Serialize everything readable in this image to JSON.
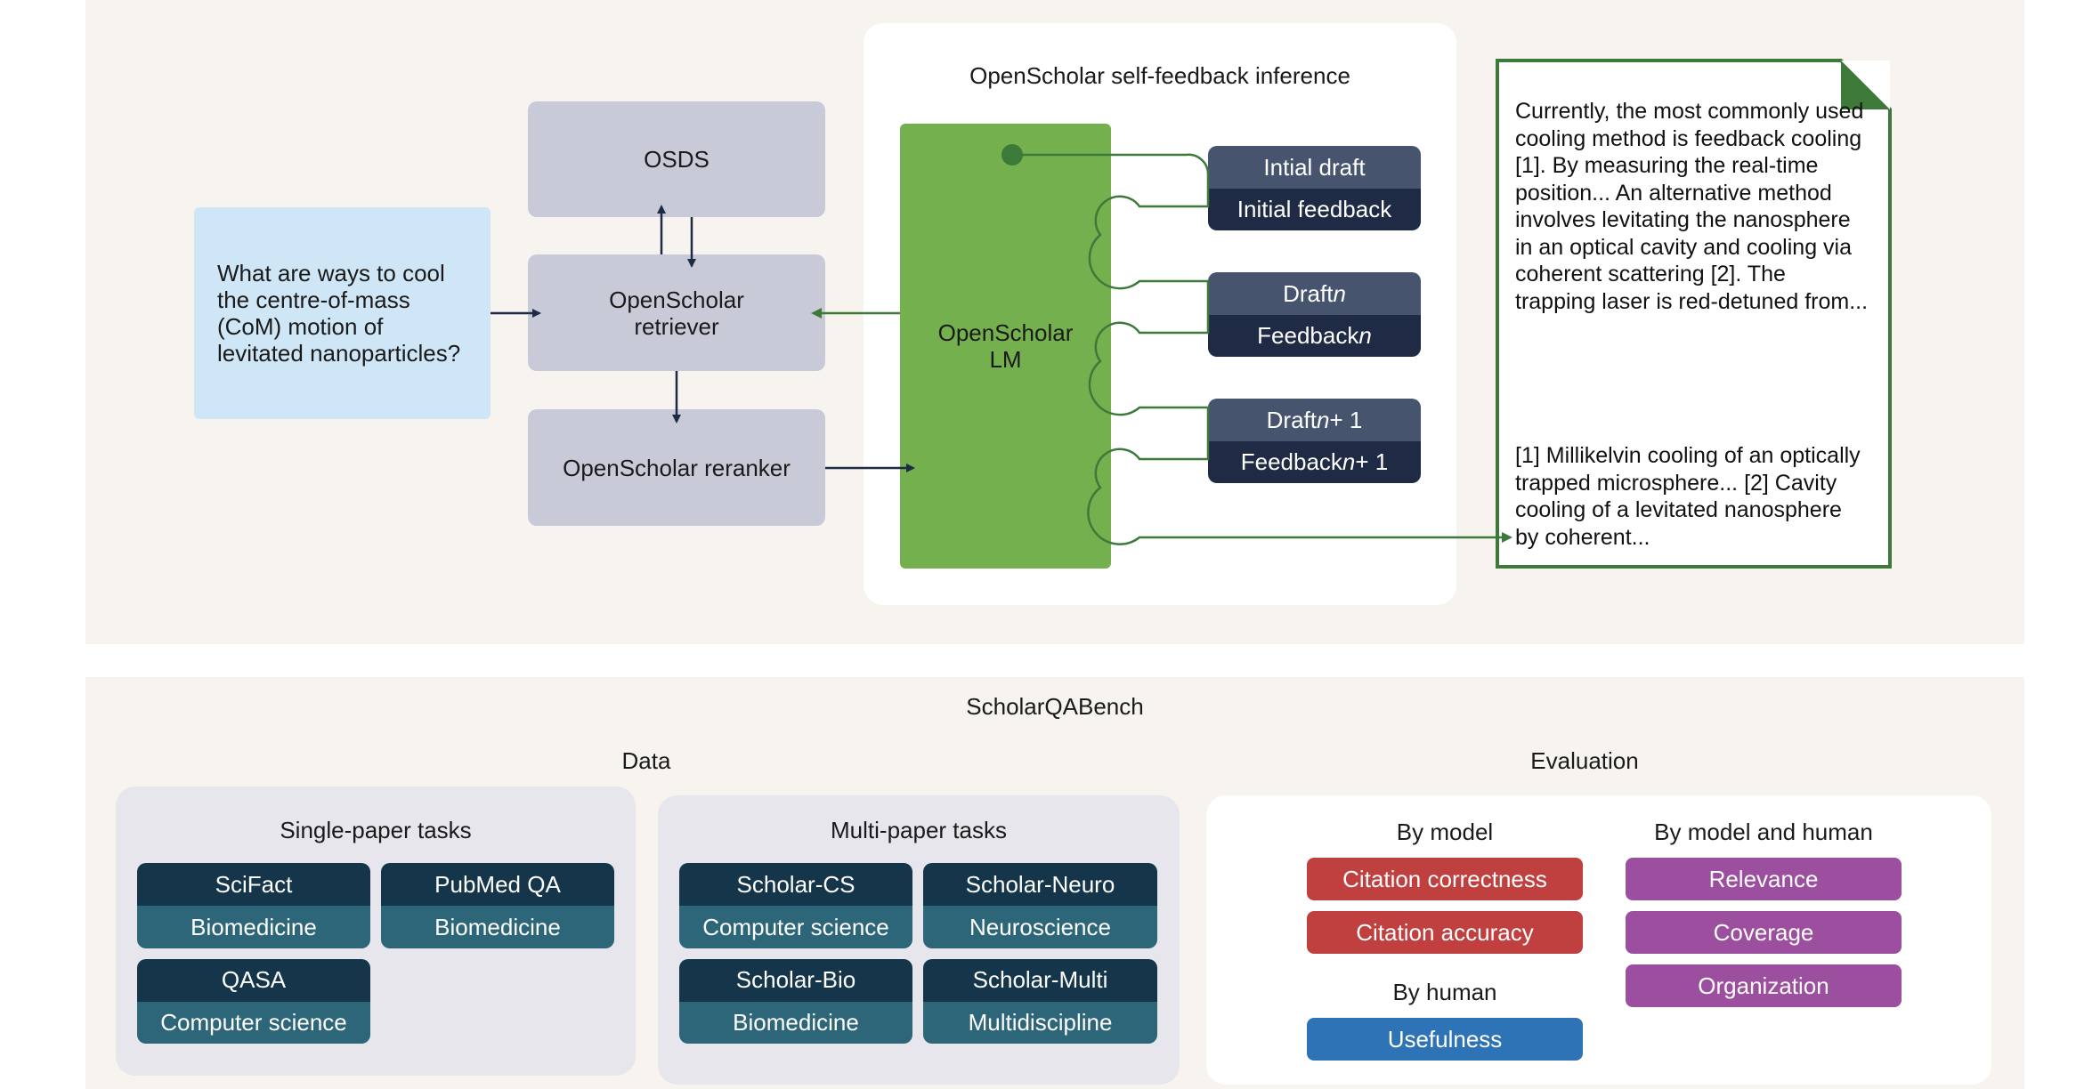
{
  "top": {
    "query": "What are ways to cool the centre-of-mass (CoM) motion of levitated nanoparticles?",
    "osds": "OSDS",
    "retriever": "OpenScholar retriever",
    "reranker": "OpenScholar reranker",
    "inference_title": "OpenScholar self-feedback inference",
    "lm": "OpenScholar LM",
    "drafts": [
      {
        "draft": "Intial draft",
        "feedback": "Initial feedback"
      },
      {
        "draft": "Draft n",
        "feedback": "Feedback n"
      },
      {
        "draft": "Draft n + 1",
        "feedback": "Feedback n + 1"
      }
    ],
    "output": {
      "body": "Currently, the most commonly used cooling method is feedback cooling [1]. By measuring the real-time position... An alternative method involves levitating the nanosphere in an optical cavity and cooling via coherent scattering [2]. The trapping laser is red-detuned from...",
      "refs": "[1] Millikelvin cooling of an optically trapped microsphere... [2] Cavity cooling of a levitated nanosphere by coherent..."
    },
    "colors": {
      "lm_green": "#75b04f",
      "arrow_green": "#3d7a3a",
      "arrow_navy": "#1f2a44"
    }
  },
  "bench": {
    "title": "ScholarQABench",
    "data_title": "Data",
    "eval_title": "Evaluation",
    "single": {
      "title": "Single-paper tasks",
      "tasks": [
        {
          "name": "SciFact",
          "domain": "Biomedicine"
        },
        {
          "name": "PubMed QA",
          "domain": "Biomedicine"
        },
        {
          "name": "QASA",
          "domain": "Computer science"
        }
      ]
    },
    "multi": {
      "title": "Multi-paper tasks",
      "tasks": [
        {
          "name": "Scholar-CS",
          "domain": "Computer science"
        },
        {
          "name": "Scholar-Neuro",
          "domain": "Neuroscience"
        },
        {
          "name": "Scholar-Bio",
          "domain": "Biomedicine"
        },
        {
          "name": "Scholar-Multi",
          "domain": "Multidiscipline"
        }
      ]
    },
    "by_model": {
      "title": "By model",
      "items": [
        "Citation correctness",
        "Citation accuracy"
      ]
    },
    "by_human": {
      "title": "By human",
      "items": [
        "Usefulness"
      ]
    },
    "by_model_human": {
      "title": "By model and human",
      "items": [
        "Relevance",
        "Coverage",
        "Organization"
      ]
    }
  }
}
